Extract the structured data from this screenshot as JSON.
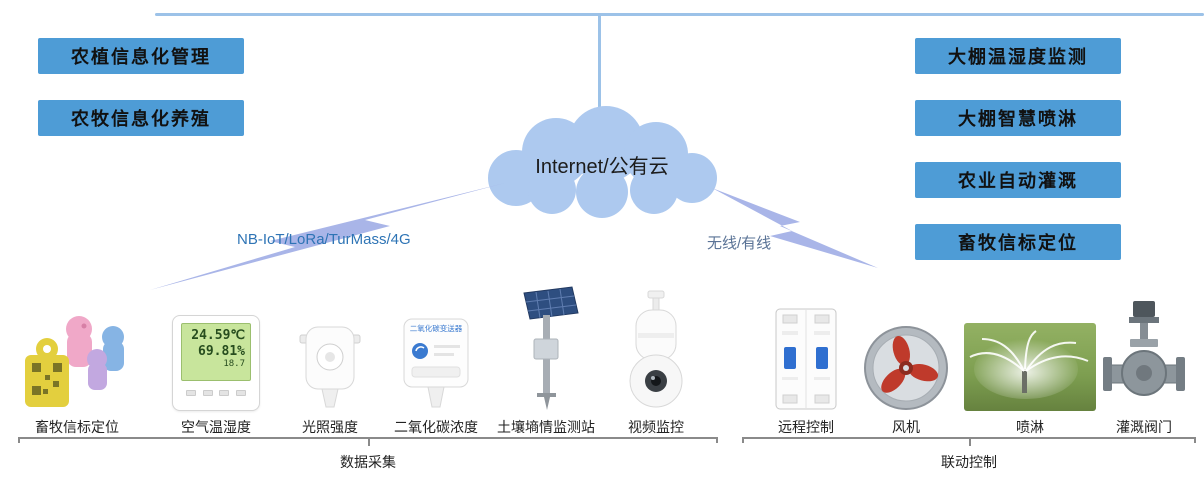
{
  "cloud": {
    "label": "Internet/公有云"
  },
  "left_apps": [
    {
      "label": "农植信息化管理"
    },
    {
      "label": "农牧信息化养殖"
    }
  ],
  "right_apps": [
    {
      "label": "大棚温湿度监测"
    },
    {
      "label": "大棚智慧喷淋"
    },
    {
      "label": "农业自动灌溉"
    },
    {
      "label": "畜牧信标定位"
    }
  ],
  "links": {
    "left_protocols": "NB-IoT/LoRa/TurMass/4G",
    "right_protocols": "无线/有线"
  },
  "sensors": [
    {
      "label": "畜牧信标定位",
      "icon": "livestock-ear-tags-icon"
    },
    {
      "label": "空气温湿度",
      "icon": "temp-humidity-panel-icon",
      "lcd": {
        "temp": "24.59℃",
        "humidity": "69.81%",
        "extra": "18.7"
      }
    },
    {
      "label": "光照强度",
      "icon": "light-sensor-icon"
    },
    {
      "label": "二氧化碳浓度",
      "icon": "co2-sensor-icon",
      "device_text": "二氧化碳变送器"
    },
    {
      "label": "土壤墒情监测站",
      "icon": "soil-station-icon"
    },
    {
      "label": "视频监控",
      "icon": "ptz-camera-icon"
    }
  ],
  "actuators": [
    {
      "label": "远程控制",
      "icon": "circuit-breaker-icon"
    },
    {
      "label": "风机",
      "icon": "axial-fan-icon"
    },
    {
      "label": "喷淋",
      "icon": "sprinkler-photo-icon"
    },
    {
      "label": "灌溉阀门",
      "icon": "irrigation-valve-icon"
    }
  ],
  "groups": {
    "sensors_label": "数据采集",
    "actuators_label": "联动控制"
  },
  "colors": {
    "app_box": "#4E9CD6",
    "cloud_fill": "#ADC9EF",
    "bolt_fill": "#A9B5E8",
    "protocol_text": "#2E74B5",
    "line": "#9CC2E8"
  }
}
